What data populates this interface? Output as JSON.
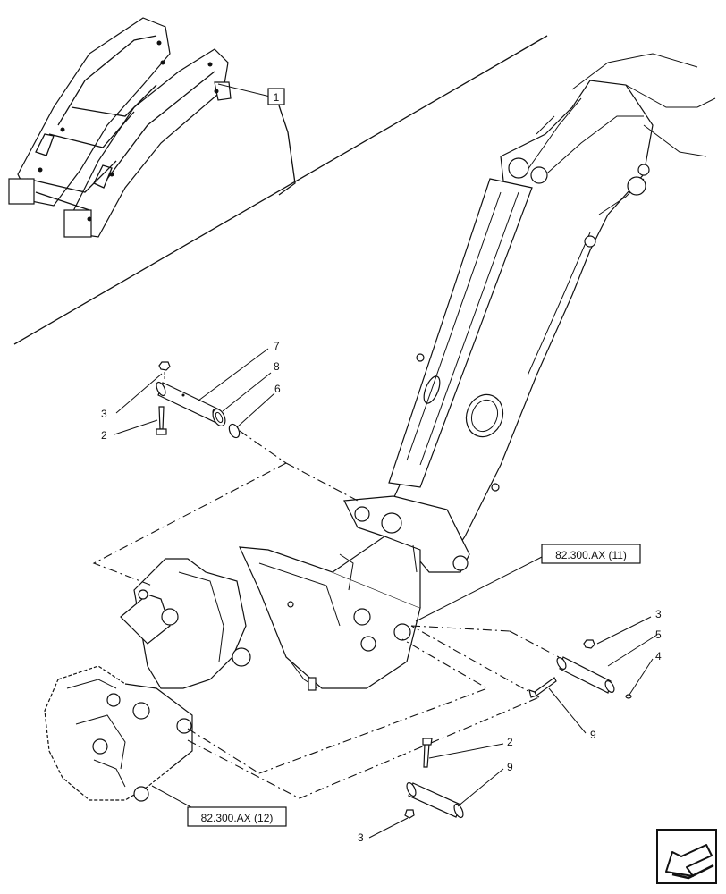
{
  "callouts": {
    "assembly_ref": "1",
    "c7": "7",
    "c8": "8",
    "c6": "6",
    "c3_top": "3",
    "c2_top": "2",
    "c3_right": "3",
    "c5": "5",
    "c4": "4",
    "c9_right": "9",
    "c2_bottom": "2",
    "c9_bottom": "9",
    "c3_bottom": "3"
  },
  "references": {
    "ref_upper": "82.300.AX (11)",
    "ref_lower": "82.300.AX (12)"
  },
  "icons": {
    "nav": "next-page-arrow-icon"
  }
}
